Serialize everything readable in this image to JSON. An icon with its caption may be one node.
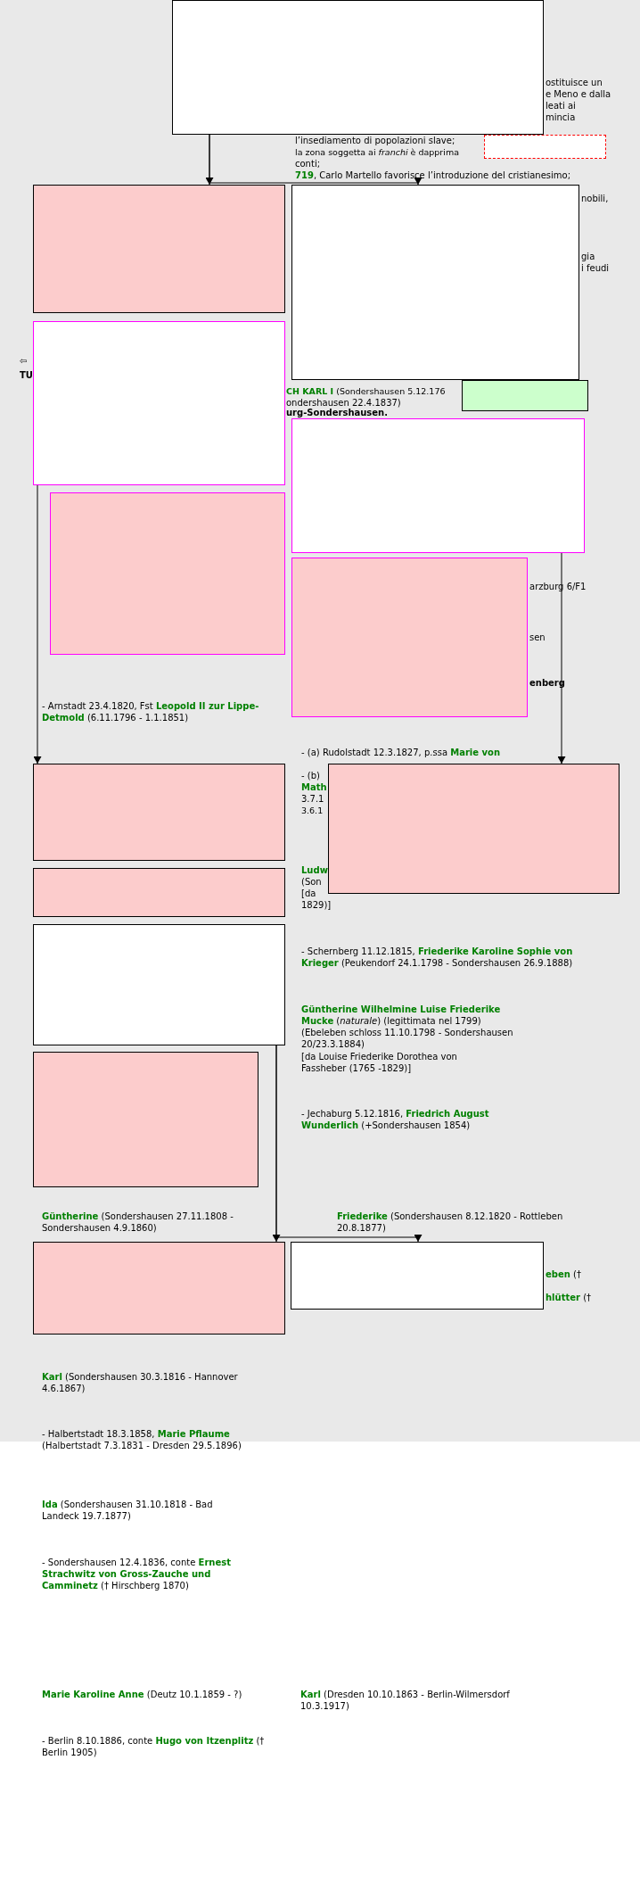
{
  "diagram": {
    "nodes": [
      {
        "text": [],
        "shape": "box"
      },
      {
        "text": [],
        "shape": "box"
      },
      {
        "text": [],
        "shape": "box"
      },
      {
        "text": [],
        "shape": "box"
      },
      {
        "text": [],
        "shape": "box"
      },
      {
        "text": [],
        "shape": "box"
      },
      {
        "text": [],
        "shape": "box"
      },
      {
        "text": [],
        "shape": "box"
      },
      {
        "text": [],
        "shape": "box"
      },
      {
        "text": [],
        "shape": "box"
      },
      {
        "text": [],
        "shape": "box"
      },
      {
        "text": [],
        "shape": "box"
      },
      {
        "text": [],
        "shape": "box"
      },
      {
        "text": [],
        "shape": "box"
      },
      {
        "text": [],
        "shape": "box"
      },
      {
        "text": [],
        "shape": "box"
      }
    ],
    "edges": [
      {
        "from": 0,
        "to": 2,
        "arrow": "to"
      },
      {
        "from": 0,
        "to": 3,
        "arrow": "to"
      },
      {
        "from": 4,
        "to": 9,
        "arrow": "to"
      },
      {
        "from": 6,
        "to": 10,
        "arrow": "to"
      },
      {
        "from": 12,
        "to": 14,
        "arrow": "to"
      },
      {
        "from": 12,
        "to": 15,
        "arrow": "to"
      }
    ],
    "labels": [
      "⇦",
      "TU",
      "ostituisce un",
      "e Meno e dalla",
      "leati ai",
      "mincia",
      "l’insediamento di popolazioni slave;",
      "la zona soggetta ai *franchi* è dapprima",
      "conti;",
      "**719**, Carlo Martello favorisce l’introduzione del cristianesimo;",
      "nobili,",
      "gia",
      "i feudi",
      "**CH KARL I** (Sondershausen 5.12.176",
      "ondershausen 22.4.1837)",
      "urg-Sondershausen.",
      "arzburg 6/F1",
      "sen",
      "enberg",
      "- Arnstadt 23.4.1820, Fst **Leopold II zur Lippe-Detmold** (6.11.1796 - 1.1.1851)",
      "- (a) Rudolstadt 12.3.1827, p.ssa **Marie von**",
      "- (b)",
      "Math",
      "3.7.1",
      "3.6.1",
      "Ludw",
      "(Son",
      "[da",
      "1829)]",
      "- Schernberg 11.12.1815, **Friederike Karoline Sophie von Krieger** (Peukendorf 24.1.1798 - Sondershausen 26.9.1888)",
      "**Güntherine Wilhelmine Luise Friederike Mucke** (*naturale*) (legittimata nel 1799) (Ebeleben schloss 11.10.1798 - Sondershausen 20/23.3.1884)",
      "[da Louise Friederike Dorothea von Fassheber (1765 -1829)]",
      "- Jechaburg 5.12.1816, **Friedrich August Wunderlich** (+Sondershausen 1854)",
      "**Güntherine** (Sondershausen 27.11.1808 - Sondershausen 4.9.1860)",
      "**Friederike** (Sondershausen 8.12.1820 - Rottleben 20.8.1877)",
      "**eben** (†",
      "**hlütter** (†",
      "**Karl** (Sondershausen 30.3.1816 - Hannover 4.6.1867)",
      "- Halbertstadt 18.3.1858, **Marie Pflaume** (Halbertstadt 7.3.1831 - Dresden 29.5.1896)",
      "**Ida** (Sondershausen 31.10.1818 - Bad Landeck 19.7.1877)",
      "- Sondershausen 12.4.1836, conte **Ernest Strachwitz von Gross-Zauche und Camminetz** († Hirschberg 1870)",
      "**Marie Karoline Anne** (Deutz 10.1.1859 - ?)",
      "**Karl** (Dresden 10.10.1863 - Berlin-Wilmersdorf 10.3.1917)",
      "- Berlin 8.10.1886, conte **Hugo von Itzenplitz** († Berlin 1905)"
    ]
  }
}
